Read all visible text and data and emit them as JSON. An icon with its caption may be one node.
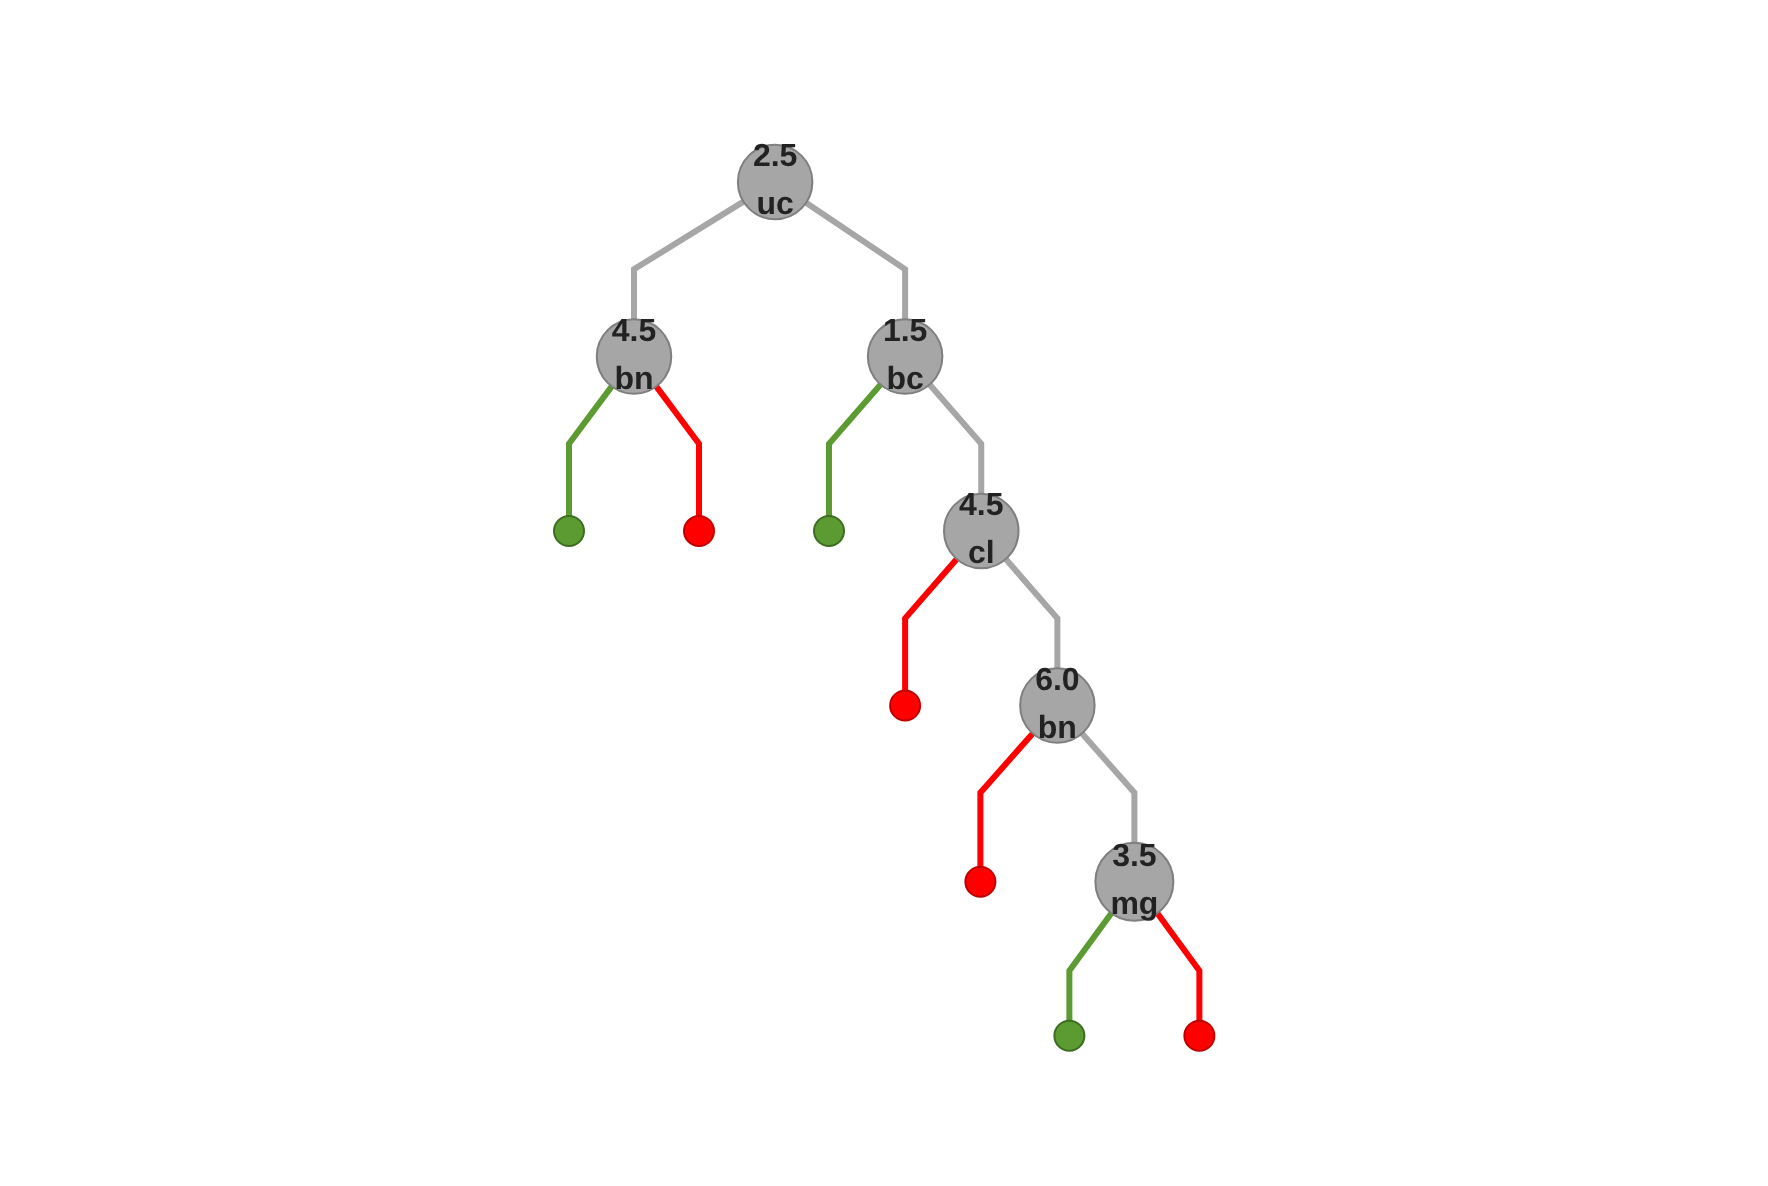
{
  "diagram": {
    "nodes": [
      {
        "text": [
          "2.5",
          "uc"
        ]
      },
      {
        "text": [
          "4.5",
          "bn"
        ]
      },
      {
        "text": [
          "1.5",
          "bc"
        ]
      },
      {
        "text": [],
        "shape": "circle"
      },
      {
        "text": [],
        "shape": "circle"
      },
      {
        "text": [],
        "shape": "circle"
      },
      {
        "text": [
          "4.5",
          "cl"
        ]
      },
      {
        "text": [],
        "shape": "circle"
      },
      {
        "text": [
          "6.0",
          "bn"
        ]
      },
      {
        "text": [],
        "shape": "circle"
      },
      {
        "text": [
          "3.5",
          "mg"
        ]
      },
      {
        "text": [],
        "shape": "circle"
      },
      {
        "text": [],
        "shape": "circle"
      }
    ],
    "edges": [
      {
        "from": 0,
        "to": 1,
        "arrow": "none"
      },
      {
        "from": 0,
        "to": 2,
        "arrow": "none"
      },
      {
        "from": 1,
        "to": 3,
        "arrow": "none",
        "color": "#5b9b32"
      },
      {
        "from": 1,
        "to": 4,
        "arrow": "none",
        "color": "#ff0000"
      },
      {
        "from": 2,
        "to": 5,
        "arrow": "none",
        "color": "#5b9b32"
      },
      {
        "from": 2,
        "to": 6,
        "arrow": "none"
      },
      {
        "from": 6,
        "to": 8,
        "arrow": "none"
      },
      {
        "from": 6,
        "to": 7,
        "arrow": "none",
        "color": "#ff0000"
      },
      {
        "from": 8,
        "to": 10,
        "arrow": "none"
      },
      {
        "from": 8,
        "to": 9,
        "arrow": "none",
        "color": "#ff0000"
      },
      {
        "from": 10,
        "to": 11,
        "arrow": "none",
        "color": "#5b9b32"
      },
      {
        "from": 10,
        "to": 12,
        "arrow": "none",
        "color": "#ff0000"
      }
    ]
  }
}
